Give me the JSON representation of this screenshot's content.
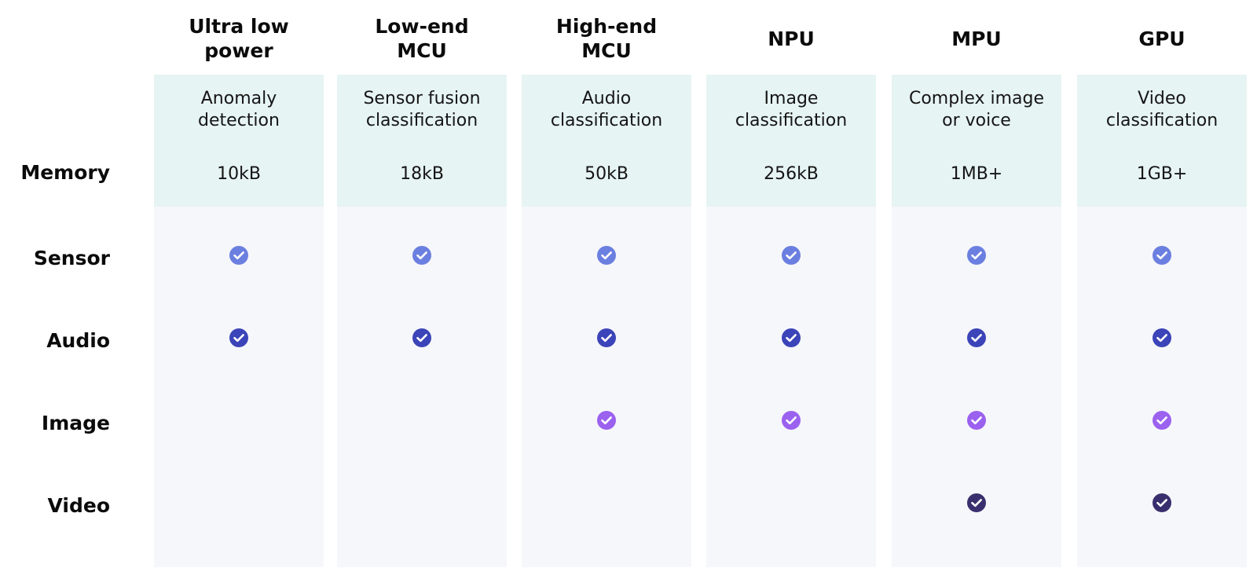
{
  "row_labels": {
    "memory": "Memory",
    "sensor": "Sensor",
    "audio": "Audio",
    "image": "Image",
    "video": "Video"
  },
  "columns": [
    {
      "key": "ultra-low-power",
      "header": "Ultra low\npower",
      "use_case": "Anomaly\ndetection",
      "memory": "10kB",
      "supports": {
        "sensor": true,
        "audio": true,
        "image": false,
        "video": false
      }
    },
    {
      "key": "low-end-mcu",
      "header": "Low-end\nMCU",
      "use_case": "Sensor fusion\nclassification",
      "memory": "18kB",
      "supports": {
        "sensor": true,
        "audio": true,
        "image": false,
        "video": false
      }
    },
    {
      "key": "high-end-mcu",
      "header": "High-end\nMCU",
      "use_case": "Audio\nclassification",
      "memory": "50kB",
      "supports": {
        "sensor": true,
        "audio": true,
        "image": true,
        "video": false
      }
    },
    {
      "key": "npu",
      "header": "NPU",
      "use_case": "Image\nclassification",
      "memory": "256kB",
      "supports": {
        "sensor": true,
        "audio": true,
        "image": true,
        "video": false
      }
    },
    {
      "key": "mpu",
      "header": "MPU",
      "use_case": "Complex image\nor voice",
      "memory": "1MB+",
      "supports": {
        "sensor": true,
        "audio": true,
        "image": true,
        "video": true
      }
    },
    {
      "key": "gpu",
      "header": "GPU",
      "use_case": "Video\nclassification",
      "memory": "1GB+",
      "supports": {
        "sensor": true,
        "audio": true,
        "image": true,
        "video": true
      }
    }
  ],
  "check_icon": "check-circle-icon",
  "colors": {
    "sensor": "#6b7fe0",
    "audio": "#3b44b8",
    "image": "#9b61ef",
    "video": "#3a2f6e",
    "upper_band": "#e6f4f3",
    "lower_band": "#f6f7fb"
  }
}
